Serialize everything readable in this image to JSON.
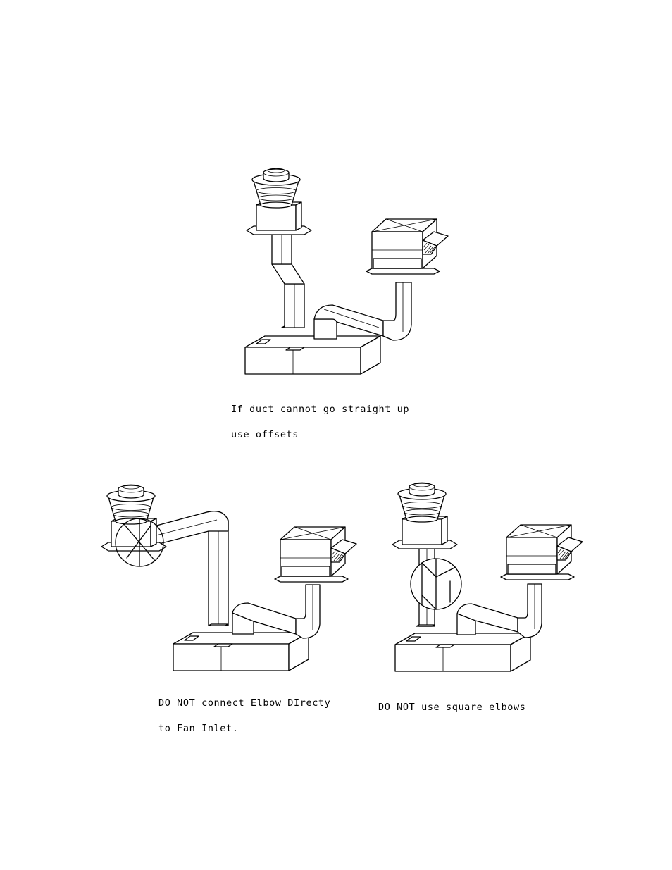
{
  "figures": [
    {
      "id": "offsets",
      "caption_lines": [
        "If duct cannot go straight up",
        "use offsets"
      ]
    },
    {
      "id": "elbow-inlet",
      "caption_lines": [
        "DO NOT connect Elbow DIrecty",
        "to Fan Inlet."
      ]
    },
    {
      "id": "square-elbow",
      "caption_lines": [
        "DO NOT use square elbows"
      ]
    }
  ]
}
